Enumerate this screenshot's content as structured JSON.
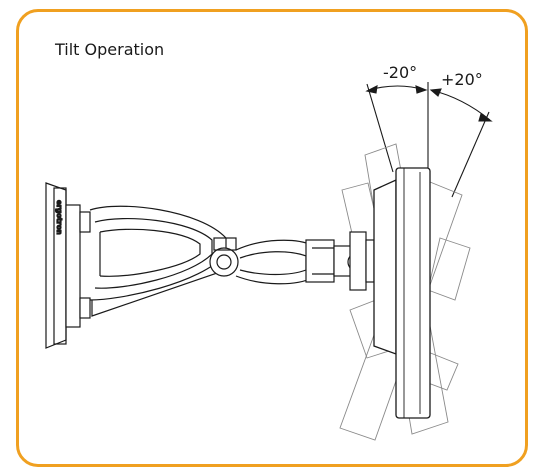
{
  "diagram": {
    "title": "Tilt Operation",
    "tilt_negative_label": "-20°",
    "tilt_positive_label": "+20°",
    "brand_text": "ergotron",
    "colors": {
      "frame_border": "#f0a020",
      "line": "#1a1a1a",
      "ghost_line": "#8a8a8a"
    }
  }
}
